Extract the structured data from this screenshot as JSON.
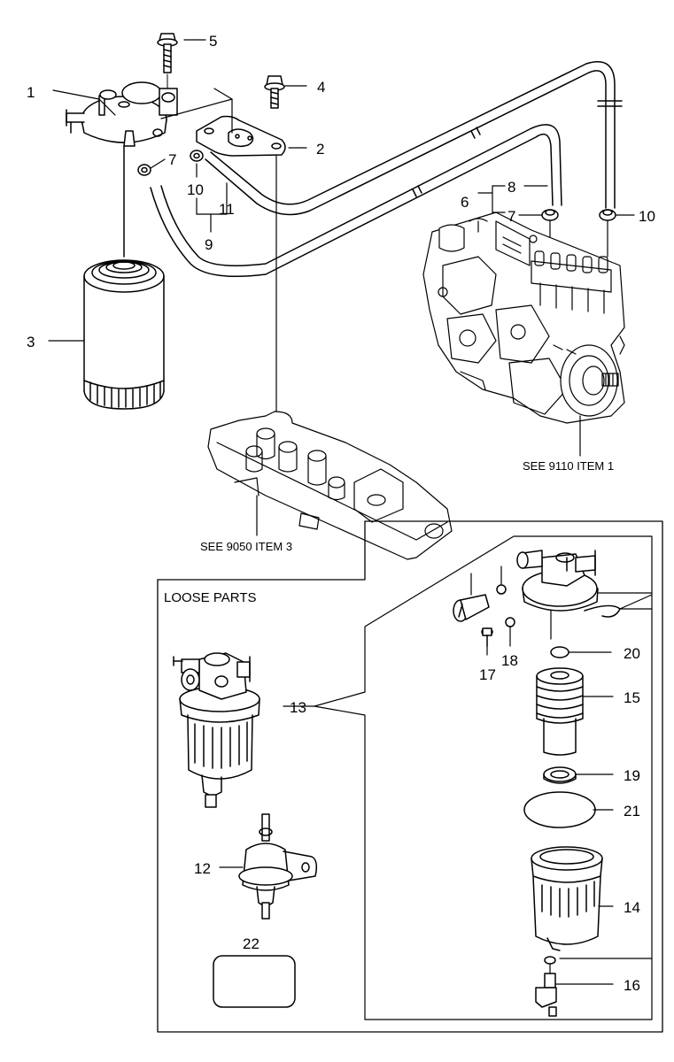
{
  "callouts": {
    "c1": "1",
    "c2": "2",
    "c3": "3",
    "c4": "4",
    "c5": "5",
    "c6": "6",
    "c7a": "7",
    "c7b": "7",
    "c8": "8",
    "c9": "9",
    "c10a": "10",
    "c10b": "10",
    "c11": "11",
    "c12": "12",
    "c13": "13",
    "c14": "14",
    "c15": "15",
    "c16": "16",
    "c17": "17",
    "c18": "18",
    "c19": "19",
    "c20": "20",
    "c21": "21",
    "c22": "22"
  },
  "references": {
    "pump": "SEE 9110 ITEM 1",
    "manifold": "SEE 9050 ITEM 3"
  },
  "loose_parts": {
    "title": "LOOSE PARTS"
  }
}
